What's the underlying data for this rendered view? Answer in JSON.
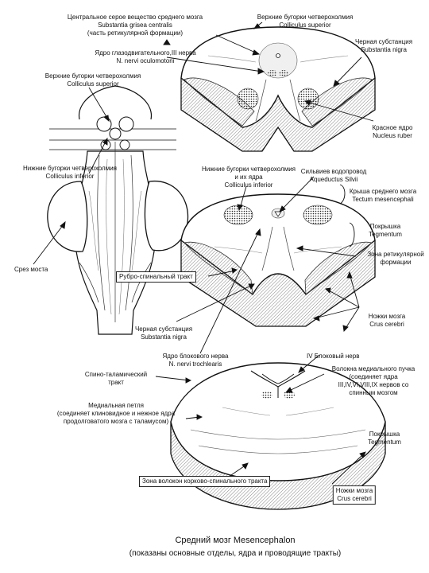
{
  "colors": {
    "ink": "#111111",
    "paper": "#ffffff",
    "hatch": "#555555"
  },
  "labels": {
    "central_gray": [
      "Центральное серое вещество среднего мозга",
      "Substantia grisea centralis",
      "(часть ретикулярной формации)"
    ],
    "sup_colliculus_top": [
      "Верхние бугорки четверохолмия",
      "Colliculus superior"
    ],
    "substantia_nigra_top": [
      "Черная субстанция",
      "Substantia nigra"
    ],
    "oculomotor": [
      "Ядро глазодвигательного,III нерва",
      "N. nervi oculomotorii"
    ],
    "sup_colliculus_left": [
      "Верхние бугорки четверохолмия",
      "Colliculus superior"
    ],
    "red_nucleus": [
      "Красное ядро",
      "Nucleus ruber"
    ],
    "inf_colliculus_left": [
      "Нижние бугорки четверохолмия",
      "Colliculus inferior"
    ],
    "inf_colliculus_mid": [
      "Нижние бугорки четверохолмия",
      "и их ядра",
      "Colliculus inferior"
    ],
    "aqueduct": [
      "Сильвиев водопровод",
      "Aqueductus Silvii"
    ],
    "tectum": [
      "Крыша среднего мозга",
      "Tectum mesencephali"
    ],
    "tegmentum_mid": [
      "Покрышка",
      "Tegmentum"
    ],
    "reticular": [
      "Зона ретикулярной",
      "формации"
    ],
    "pons_section": [
      "Срез моста"
    ],
    "rubrospinal": [
      "Рубро-спинальный тракт"
    ],
    "peduncles_mid": [
      "Ножки мозга",
      "Crus cerebri"
    ],
    "substantia_nigra_mid": [
      "Черная субстанция",
      "Substantia nigra"
    ],
    "trochlear_nucleus": [
      "Ядро блокового нерва",
      "N. nervi trochlearis"
    ],
    "trochlear_nerve": [
      "IV Блоковый нерв"
    ],
    "medial_fasciculus": [
      "Волокна медиального пучка",
      "(соединяет ядра",
      "III,IV,VI,VIII,IX нервов со",
      "спинным мозгом"
    ],
    "spinothalamic": [
      "Спино-таламический",
      "тракт"
    ],
    "medial_lemniscus": [
      "Медиальная петля",
      "(соединяет клиновидное и нежное ядра",
      "продолговатого мозга с таламусом)"
    ],
    "tegmentum_bot": [
      "Покрышка",
      "Tegmentum"
    ],
    "corticospinal": [
      "Зона  волокон корково-спинального тракта"
    ],
    "peduncles_bot": [
      "Ножки мозга",
      "Crus cerebri"
    ]
  },
  "title": {
    "main": "Средний мозг  Mesencephalon",
    "sub": "(показаны основные отделы, ядра и проводящие тракты)"
  }
}
